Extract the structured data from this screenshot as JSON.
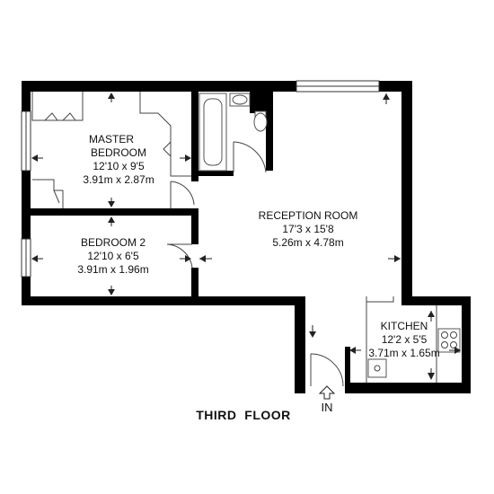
{
  "rooms": {
    "master": {
      "name_line1": "MASTER",
      "name_line2": "BEDROOM",
      "imperial": "12'10 x 9'5",
      "metric": "3.91m x 2.87m"
    },
    "bedroom2": {
      "name": "BEDROOM 2",
      "imperial": "12'10 x 6'5",
      "metric": "3.91m x 1.96m"
    },
    "reception": {
      "name": "RECEPTION ROOM",
      "imperial": "17'3 x 15'8",
      "metric": "5.26m x 4.78m"
    },
    "kitchen": {
      "name": "KITCHEN",
      "imperial": "12'2 x 5'5",
      "metric": "3.71m x 1.65m"
    }
  },
  "floor_label": "THIRD  FLOOR",
  "entrance_label": "IN"
}
